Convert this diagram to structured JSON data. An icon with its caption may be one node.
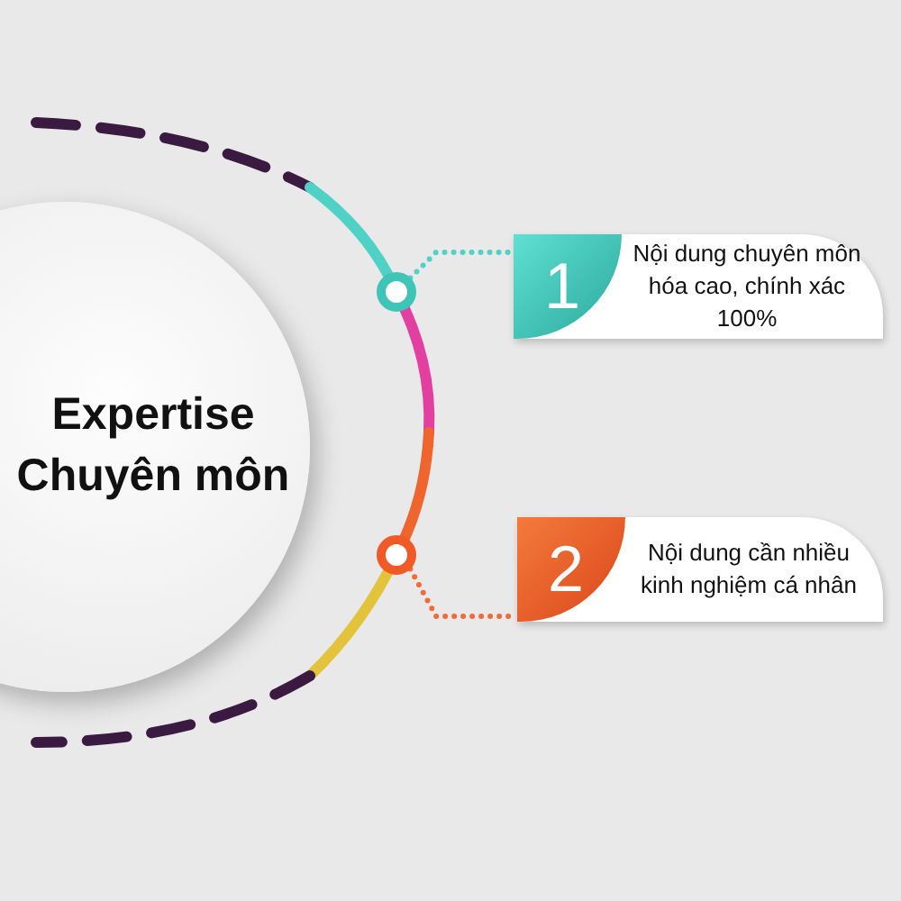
{
  "diagram": {
    "nodes": [
      {
        "text": [
          "Expertise Chuyên môn"
        ]
      },
      {
        "text": [],
        "shape": "circle"
      },
      {
        "text": [
          "1",
          "Nội dung chuyên môn hóa cao, chính xác 100%"
        ]
      },
      {
        "text": [],
        "shape": "circle"
      },
      {
        "text": [
          "2",
          "Nội dung cần nhiều kinh nghiệm cá nhân"
        ]
      }
    ],
    "edges": [
      {
        "from": 1,
        "to": 2,
        "arrow": "none",
        "style": "dashed",
        "color": "#4fd1c5"
      },
      {
        "from": 3,
        "to": 4,
        "arrow": "none",
        "style": "dashed",
        "color": "#f26a35"
      }
    ]
  }
}
